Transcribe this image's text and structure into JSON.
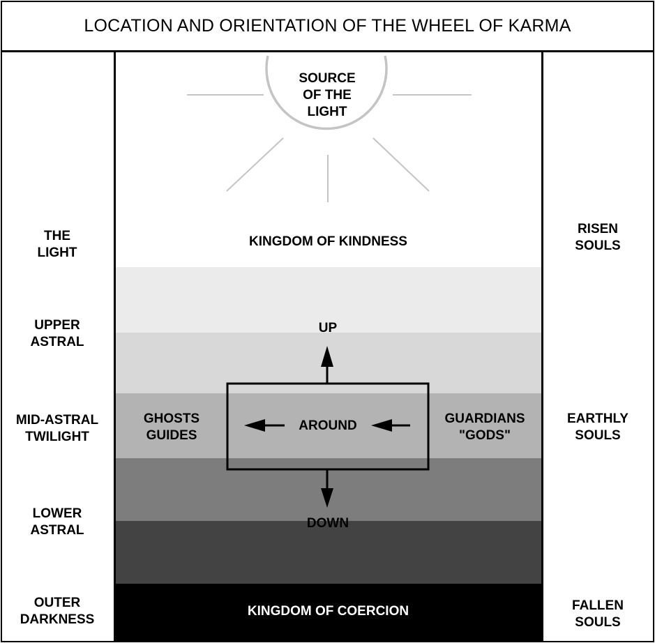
{
  "title": "LOCATION AND ORIENTATION OF THE WHEEL OF KARMA",
  "left_labels": {
    "light": "THE\nLIGHT",
    "upper_astral": "UPPER\nASTRAL",
    "mid_astral": "MID-ASTRAL\nTWILIGHT",
    "lower_astral": "LOWER\nASTRAL",
    "outer_darkness": "OUTER\nDARKNESS"
  },
  "right_labels": {
    "risen": "RISEN\nSOULS",
    "earthly": "EARTHLY\nSOULS",
    "fallen": "FALLEN\nSOULS"
  },
  "center": {
    "source": "SOURCE\nOF THE\nLIGHT",
    "kingdom_kindness": "KINGDOM OF KINDNESS",
    "up": "UP",
    "around": "AROUND",
    "down": "DOWN",
    "ghosts_guides": "GHOSTS\nGUIDES",
    "guardians_gods": "GUARDIANS\n\"GODS\"",
    "kingdom_coercion": "KINGDOM OF COERCION"
  },
  "colors": {
    "upper_band_1": "#ebebeb",
    "upper_band_2": "#d8d8d8",
    "mid_band": "#b3b3b3",
    "lower_band_1": "#7d7d7d",
    "lower_band_2": "#434343",
    "darkness_band": "#000000",
    "sun_stroke": "#c4c4c4"
  }
}
